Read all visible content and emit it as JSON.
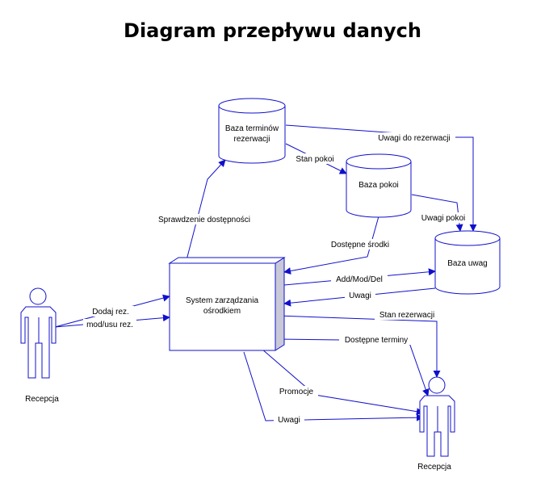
{
  "title": "Diagram przepływu danych",
  "colors": {
    "line": "#1010cc",
    "text": "#000000",
    "process_side": "#c8c8d8"
  },
  "nodes": {
    "db_terms": [
      "Baza terminów",
      "rezerwacji"
    ],
    "db_rooms": "Baza pokoi",
    "db_notes": "Baza uwag",
    "system": [
      "System zarządzania",
      "ośrodkiem"
    ],
    "actor_left": "Recepcja",
    "actor_right": "Recepcja"
  },
  "flows": {
    "availability_check": "Sprawdzenie dostępności",
    "room_state": "Stan pokoi",
    "notes_to_reservation": "Uwagi do rezerwacji",
    "room_notes": "Uwagi pokoi",
    "available_resources": "Dostępne środki",
    "add_mod_del": "Add/Mod/Del",
    "notes_back": "Uwagi",
    "add_reservation": "Dodaj rez.",
    "mod_del_reservation": "mod/usu rez.",
    "reservation_state": "Stan rezerwacji",
    "available_terms": "Dostępne terminy",
    "promotions": "Promocje",
    "notes_out": "Uwagi"
  }
}
